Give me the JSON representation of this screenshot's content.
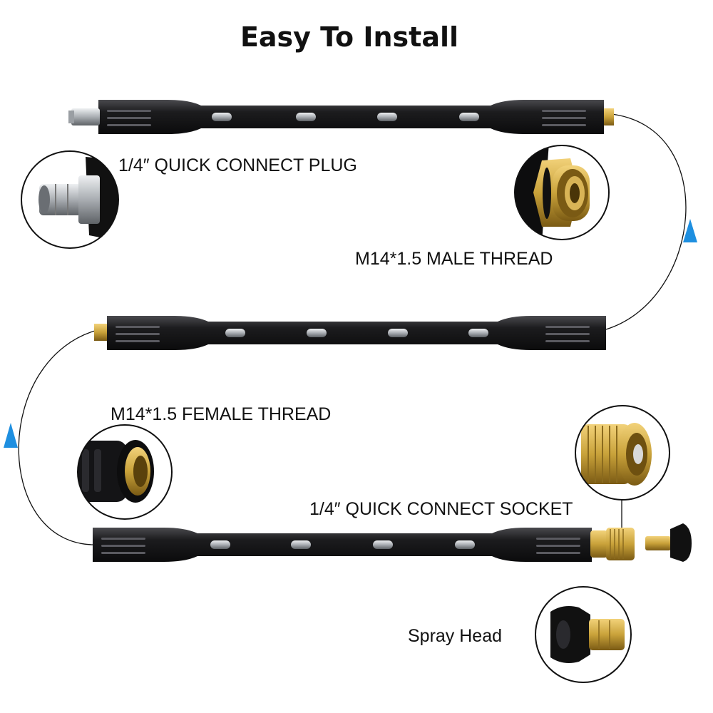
{
  "title": "Easy To Install",
  "labels": {
    "plug": "1/4″ QUICK CONNECT PLUG",
    "male": "M14*1.5 MALE THREAD",
    "female": "M14*1.5 FEMALE THREAD",
    "socket": "1/4″ QUICK CONNECT SOCKET",
    "spray": "Spray Head"
  },
  "colors": {
    "wand": "#1c1c1e",
    "brass": "#c9a23a",
    "steel": "#b9bcc0",
    "arrow": "#1e8fe0"
  }
}
